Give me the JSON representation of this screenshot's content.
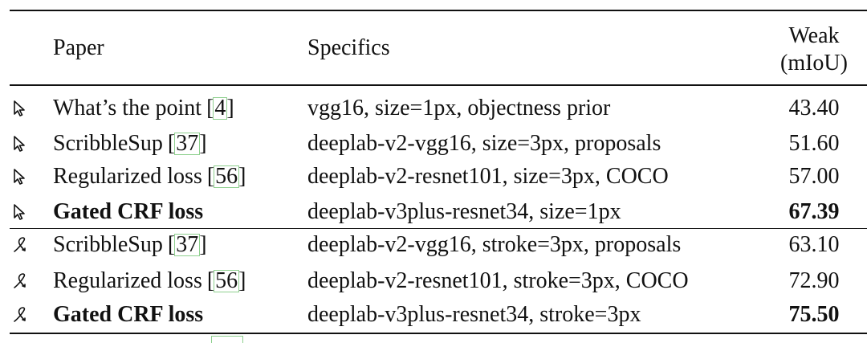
{
  "header": {
    "paper": "Paper",
    "specifics": "Specifics",
    "weak_line1": "Weak",
    "weak_line2": "(mIoU)"
  },
  "rows": [
    {
      "icon": "pointer-icon",
      "paper": "What’s the point",
      "ref": "4",
      "specifics": "vgg16, size=1px, objectness prior",
      "weak": "43.40",
      "bold": false
    },
    {
      "icon": "pointer-icon",
      "paper": "ScribbleSup",
      "ref": "37",
      "specifics": "deeplab-v2-vgg16, size=3px, proposals",
      "weak": "51.60",
      "bold": false
    },
    {
      "icon": "pointer-icon",
      "paper": "Regularized loss",
      "ref": "56",
      "specifics": "deeplab-v2-resnet101, size=3px, COCO",
      "weak": "57.00",
      "bold": false
    },
    {
      "icon": "pointer-icon",
      "paper": "Gated CRF loss",
      "ref": "",
      "specifics": "deeplab-v3plus-resnet34, size=1px",
      "weak": "67.39",
      "bold": true
    },
    {
      "icon": "scribble-icon",
      "paper": "ScribbleSup",
      "ref": "37",
      "specifics": "deeplab-v2-vgg16, stroke=3px, proposals",
      "weak": "63.10",
      "bold": false
    },
    {
      "icon": "scribble-icon",
      "paper": "Regularized loss",
      "ref": "56",
      "specifics": "deeplab-v2-resnet101, stroke=3px, COCO",
      "weak": "72.90",
      "bold": false
    },
    {
      "icon": "scribble-icon",
      "paper": "Gated CRF loss",
      "ref": "",
      "specifics": "deeplab-v3plus-resnet34, stroke=3px",
      "weak": "75.50",
      "bold": true
    }
  ]
}
